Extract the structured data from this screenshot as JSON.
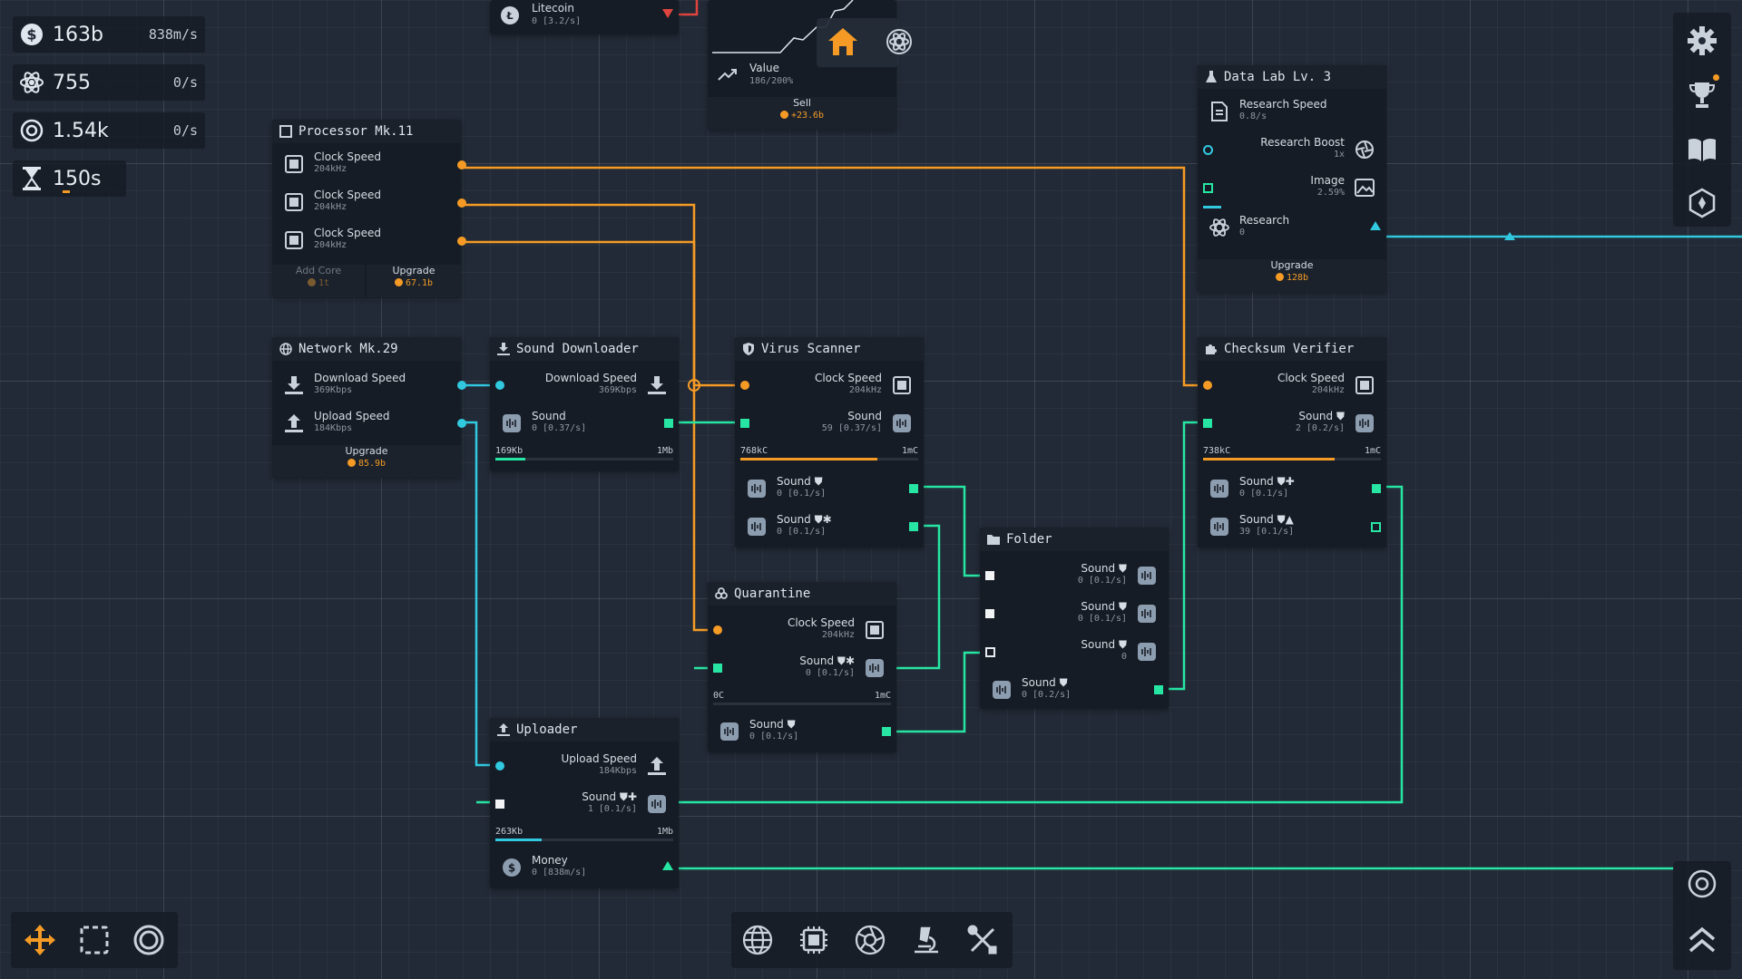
{
  "resources": [
    {
      "icon": "dollar-coin-icon",
      "value": "163b",
      "rate": "838m/s"
    },
    {
      "icon": "atom-icon",
      "value": "755",
      "rate": "0/s"
    },
    {
      "icon": "target-coin-icon",
      "value": "1.54k",
      "rate": "0/s"
    }
  ],
  "timer": {
    "icon": "hourglass-icon",
    "value": "150s"
  },
  "nodes": {
    "litecoin": {
      "name": "Litecoin",
      "sub": "0 [3.2/s]"
    },
    "market": {
      "value_label": "Value",
      "value_sub": "186/200%",
      "sell_label": "Sell",
      "sell_cost": "+23.6b"
    },
    "processor": {
      "title": "Processor Mk.11",
      "rows": [
        {
          "label": "Clock Speed",
          "sub": "204kHz"
        },
        {
          "label": "Clock Speed",
          "sub": "204kHz"
        },
        {
          "label": "Clock Speed",
          "sub": "204kHz"
        }
      ],
      "add_core_label": "Add Core",
      "add_core_cost": "1t",
      "upgrade_label": "Upgrade",
      "upgrade_cost": "67.1b"
    },
    "network": {
      "title": "Network Mk.29",
      "rows": [
        {
          "label": "Download Speed",
          "sub": "369Kbps"
        },
        {
          "label": "Upload Speed",
          "sub": "184Kbps"
        }
      ],
      "upgrade_label": "Upgrade",
      "upgrade_cost": "85.9b"
    },
    "sound_downloader": {
      "title": "Sound Downloader",
      "rows": [
        {
          "label": "Download Speed",
          "sub": "369Kbps"
        },
        {
          "label": "Sound",
          "sub": "0 [0.37/s]"
        }
      ],
      "bar_left": "169Kb",
      "bar_right": "1Mb",
      "bar_fill": 0.17
    },
    "virus_scanner": {
      "title": "Virus Scanner",
      "rows": [
        {
          "label": "Clock Speed",
          "sub": "204kHz"
        },
        {
          "label": "Sound",
          "sub": "59 [0.37/s]"
        }
      ],
      "bar_left": "768kC",
      "bar_right": "1mC",
      "bar_fill": 0.77,
      "outputs": [
        {
          "label": "Sound",
          "sub": "0 [0.1/s]"
        },
        {
          "label": "Sound",
          "sub": "0 [0.1/s]"
        }
      ]
    },
    "checksum": {
      "title": "Checksum Verifier",
      "rows": [
        {
          "label": "Clock Speed",
          "sub": "204kHz"
        },
        {
          "label": "Sound",
          "sub": "2 [0.2/s]"
        }
      ],
      "bar_left": "738kC",
      "bar_right": "1mC",
      "bar_fill": 0.74,
      "outputs": [
        {
          "label": "Sound",
          "sub": "0 [0.1/s]"
        },
        {
          "label": "Sound",
          "sub": "39 [0.1/s]"
        }
      ]
    },
    "datalab": {
      "title": "Data Lab Lv. 3",
      "rows": [
        {
          "label": "Research Speed",
          "sub": "0.8/s"
        },
        {
          "label": "Research Boost",
          "sub": "1x"
        },
        {
          "label": "Image",
          "sub": "2.59%"
        },
        {
          "label": "Research",
          "sub": "0"
        }
      ],
      "image_fill": 0.1,
      "upgrade_label": "Upgrade",
      "upgrade_cost": "128b"
    },
    "folder": {
      "title": "Folder",
      "rows": [
        {
          "label": "Sound",
          "sub": "0 [0.1/s]"
        },
        {
          "label": "Sound",
          "sub": "0 [0.1/s]"
        },
        {
          "label": "Sound",
          "sub": "0"
        }
      ],
      "output": {
        "label": "Sound",
        "sub": "0 [0.2/s]"
      }
    },
    "quarantine": {
      "title": "Quarantine",
      "rows": [
        {
          "label": "Clock Speed",
          "sub": "204kHz"
        },
        {
          "label": "Sound",
          "sub": "0 [0.1/s]"
        }
      ],
      "bar_left": "0C",
      "bar_right": "1mC",
      "bar_fill": 0,
      "output": {
        "label": "Sound",
        "sub": "0 [0.1/s]"
      }
    },
    "uploader": {
      "title": "Uploader",
      "rows": [
        {
          "label": "Upload Speed",
          "sub": "184Kbps"
        },
        {
          "label": "Sound",
          "sub": "1 [0.1/s]"
        }
      ],
      "bar_left": "263Kb",
      "bar_right": "1Mb",
      "bar_fill": 0.26,
      "money_label": "Money",
      "money_sub": "0 [838m/s]"
    }
  },
  "colors": {
    "orange": "#f59b25",
    "cyan": "#31c9e0",
    "green": "#27e6a3",
    "white": "#f1f3f5",
    "bg": "#222a37",
    "panel": "#161c25"
  },
  "top_buttons": [
    "home-icon",
    "atom-settings-icon"
  ],
  "right_toolbar": [
    "gear-icon",
    "trophy-icon",
    "book-icon",
    "hexagon-icon"
  ],
  "right_bottom": [
    "target-icon",
    "chevron-up-icon"
  ],
  "bottom_left_tools": [
    "move-icon",
    "select-box-icon",
    "circle-icon"
  ],
  "bottom_categories": [
    "globe-icon",
    "chip-icon",
    "aperture-icon",
    "microscope-icon",
    "tools-icon"
  ]
}
